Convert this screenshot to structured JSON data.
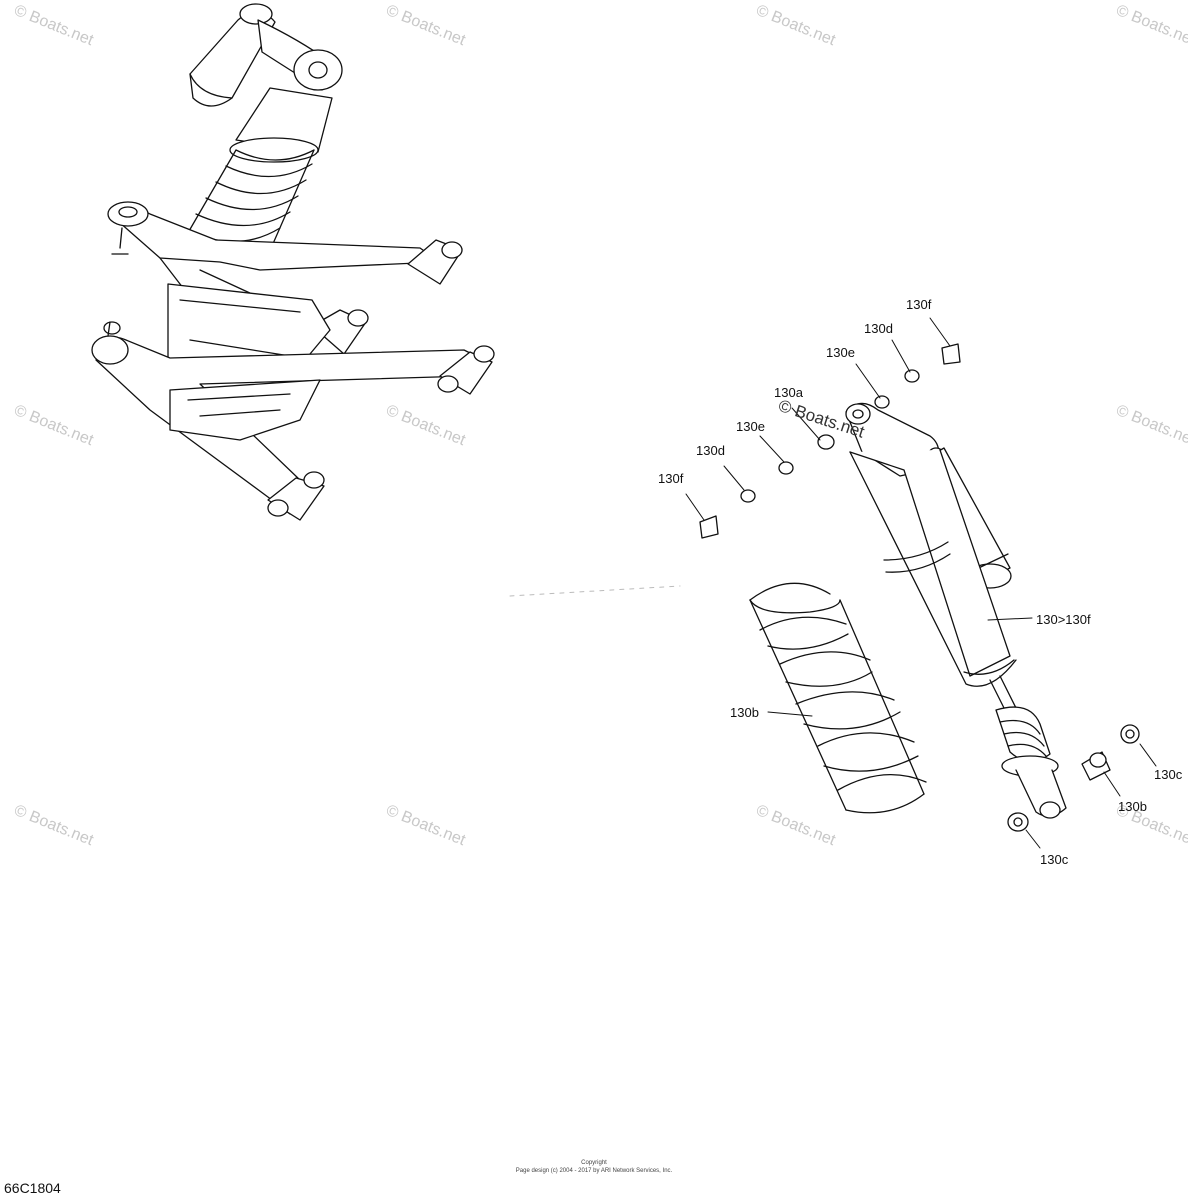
{
  "diagram": {
    "labels": {
      "l130f_top": "130f",
      "l130d_top": "130d",
      "l130e_top": "130e",
      "l130a": "130a",
      "l130e_left": "130e",
      "l130d_left": "130d",
      "l130f_left": "130f",
      "l130range": "130>130f",
      "l130b_spring": "130b",
      "l130c_right": "130c",
      "l130b_right": "130b",
      "l130c_bottom": "130c"
    },
    "stamp": "© Boats.net",
    "watermark": "© Boats.net",
    "reference_code": "66C1804",
    "copyright_line1": "Copyright",
    "copyright_line2": "Page design (c) 2004 - 2017 by ARI Network Services, Inc."
  }
}
